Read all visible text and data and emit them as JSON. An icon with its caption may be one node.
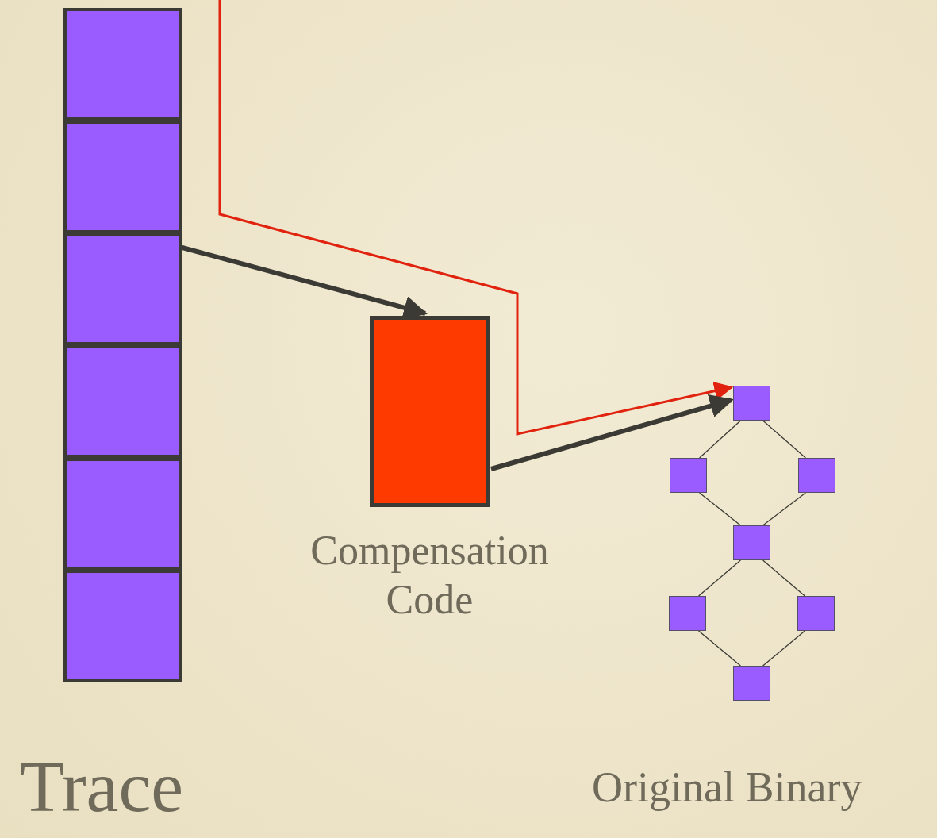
{
  "diagram": {
    "nodes": [
      {
        "text": [],
        "shape": "box"
      },
      {
        "text": [],
        "shape": "box"
      },
      {
        "text": [],
        "shape": "box"
      },
      {
        "text": [],
        "shape": "box"
      },
      {
        "text": [],
        "shape": "box"
      },
      {
        "text": [],
        "shape": "box"
      },
      {
        "text": [
          "Compensation Code"
        ]
      },
      {
        "text": [],
        "shape": "box"
      },
      {
        "text": [],
        "shape": "box"
      },
      {
        "text": [],
        "shape": "box"
      },
      {
        "text": [],
        "shape": "box"
      },
      {
        "text": [],
        "shape": "box"
      },
      {
        "text": [],
        "shape": "box"
      },
      {
        "text": [],
        "shape": "box"
      }
    ],
    "edges": [
      {
        "from": null,
        "to": 7,
        "arrow": "to",
        "color": "#e0220e"
      },
      {
        "from": 2,
        "to": 6,
        "arrow": "to",
        "style": "thick"
      },
      {
        "from": 6,
        "to": 7,
        "arrow": "to",
        "style": "thick"
      },
      {
        "from": 7,
        "to": 8,
        "arrow": "none"
      },
      {
        "from": 7,
        "to": 9,
        "arrow": "none"
      },
      {
        "from": 8,
        "to": 10,
        "arrow": "none"
      },
      {
        "from": 9,
        "to": 10,
        "arrow": "none"
      },
      {
        "from": 10,
        "to": 11,
        "arrow": "none"
      },
      {
        "from": 10,
        "to": 12,
        "arrow": "none"
      },
      {
        "from": 11,
        "to": 13,
        "arrow": "none"
      },
      {
        "from": 12,
        "to": 13,
        "arrow": "none"
      }
    ],
    "labels": [
      "Trace",
      "Original Binary"
    ]
  }
}
